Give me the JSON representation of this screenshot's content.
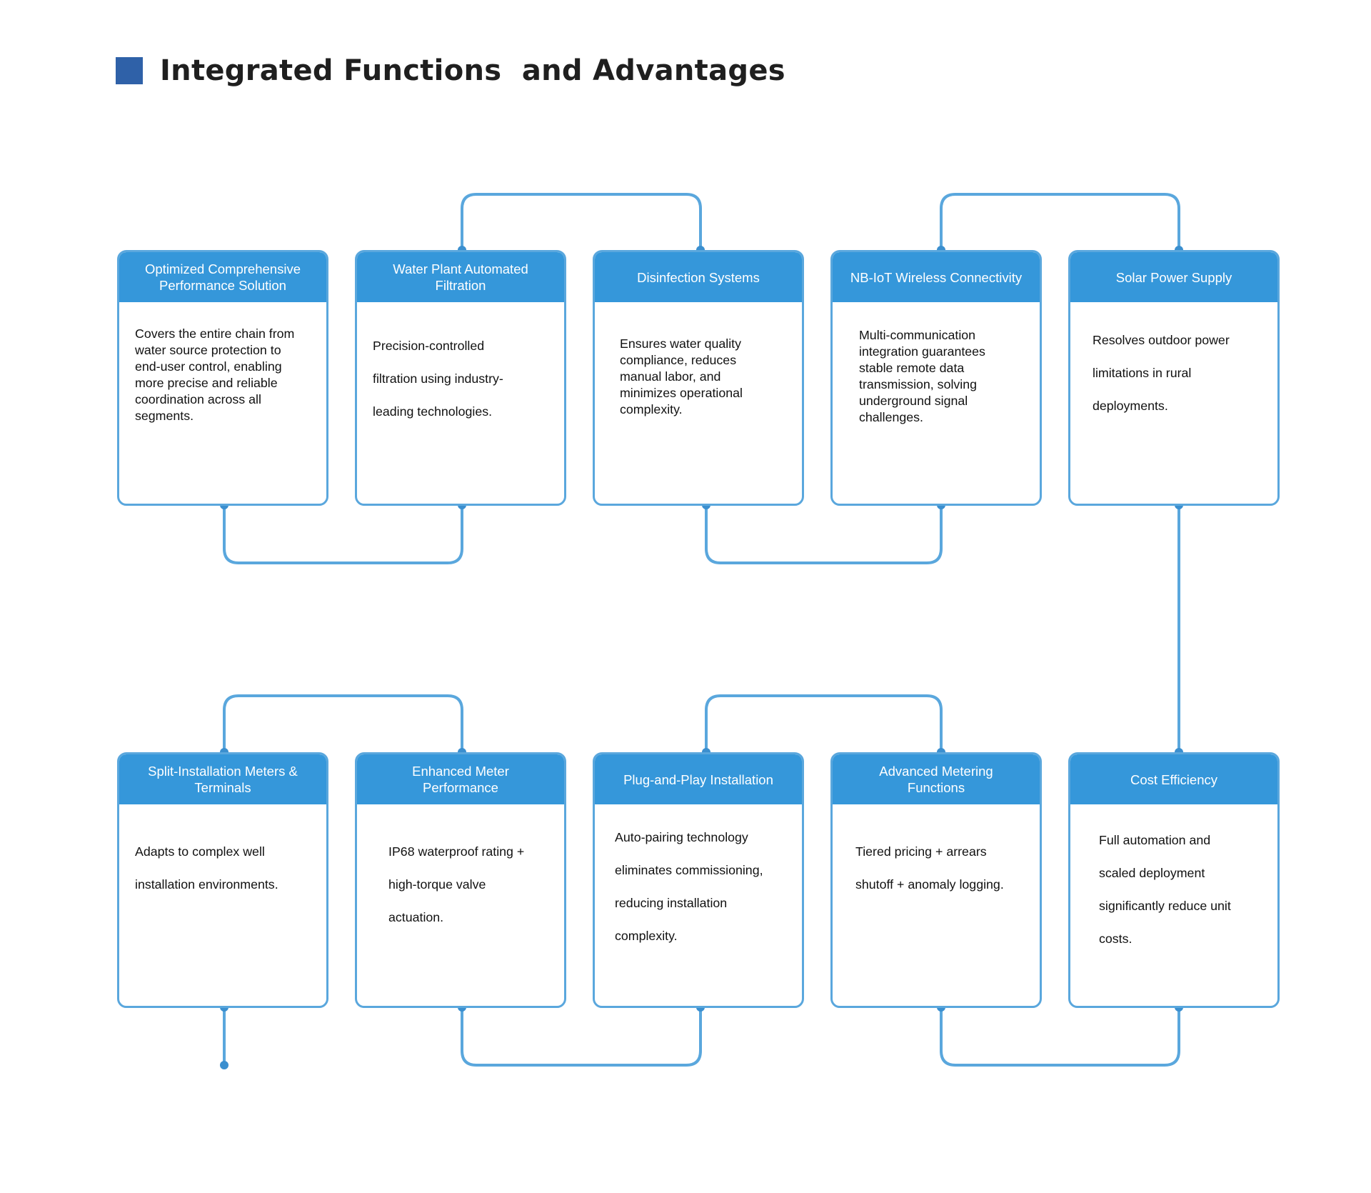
{
  "title": "Integrated Functions  and Advantages",
  "accent_color": "#2f61a8",
  "header_color": "#3597da",
  "connector_color": "#5aa7dd",
  "cards": [
    {
      "title": "Optimized Comprehensive\nPerformance Solution",
      "body": "Covers the entire chain from\nwater source protection to\nend-user control, enabling\nmore precise and reliable\ncoordination across all\nsegments."
    },
    {
      "title": "Water Plant Automated\nFiltration",
      "body": "Precision-controlled\nfiltration using industry-\nleading technologies."
    },
    {
      "title": "Disinfection Systems",
      "body": "Ensures water quality\ncompliance, reduces\nmanual labor, and\nminimizes operational\ncomplexity."
    },
    {
      "title": "NB-IoT Wireless Connectivity",
      "body": "Multi-communication\nintegration guarantees\nstable remote data\ntransmission, solving\nunderground signal\nchallenges."
    },
    {
      "title": "Solar Power Supply",
      "body": "Resolves outdoor power\nlimitations in rural\ndeployments."
    },
    {
      "title": "Split-Installation Meters &\nTerminals",
      "body": "Adapts to complex well\ninstallation environments."
    },
    {
      "title": "Enhanced Meter\nPerformance",
      "body": "IP68 waterproof rating +\nhigh-torque valve\nactuation."
    },
    {
      "title": "Plug-and-Play Installation",
      "body": "Auto-pairing technology\neliminates commissioning,\nreducing installation\ncomplexity."
    },
    {
      "title": "Advanced Metering\nFunctions",
      "body": "Tiered pricing + arrears\nshutoff + anomaly logging."
    },
    {
      "title": "Cost Efficiency",
      "body": "Full automation and\nscaled deployment\nsignificantly reduce unit\ncosts."
    }
  ]
}
